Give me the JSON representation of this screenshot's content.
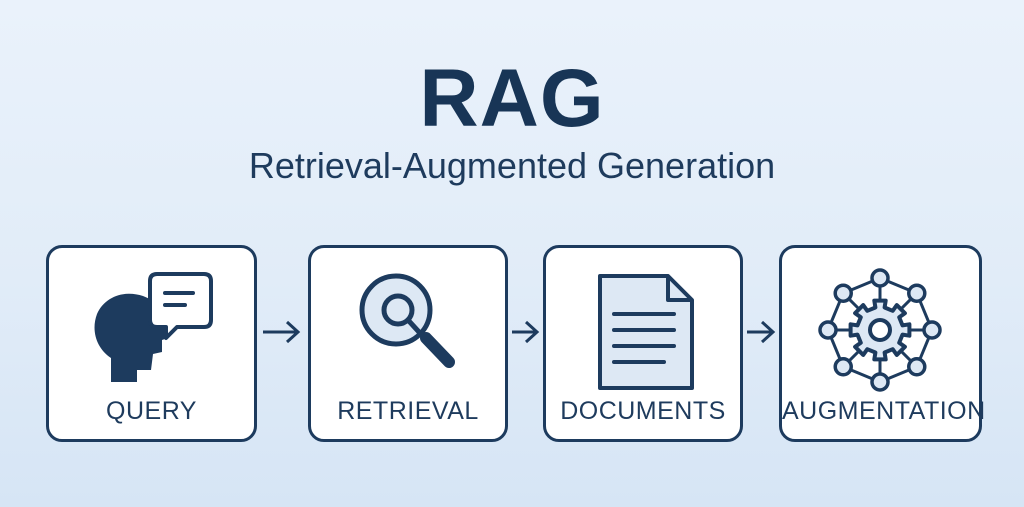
{
  "header": {
    "title": "RAG",
    "subtitle": "Retrieval-Augmented Generation"
  },
  "steps": [
    {
      "label": "QUERY",
      "icon": "head-speech-bubble-icon"
    },
    {
      "label": "RETRIEVAL",
      "icon": "magnifier-icon"
    },
    {
      "label": "DOCUMENTS",
      "icon": "document-icon"
    },
    {
      "label": "AUGMENTATION",
      "icon": "gear-network-icon"
    }
  ],
  "colors": {
    "navy": "#1d3b5e",
    "icon_fill_light": "#dde8f4",
    "background": "#e1ecf8"
  }
}
